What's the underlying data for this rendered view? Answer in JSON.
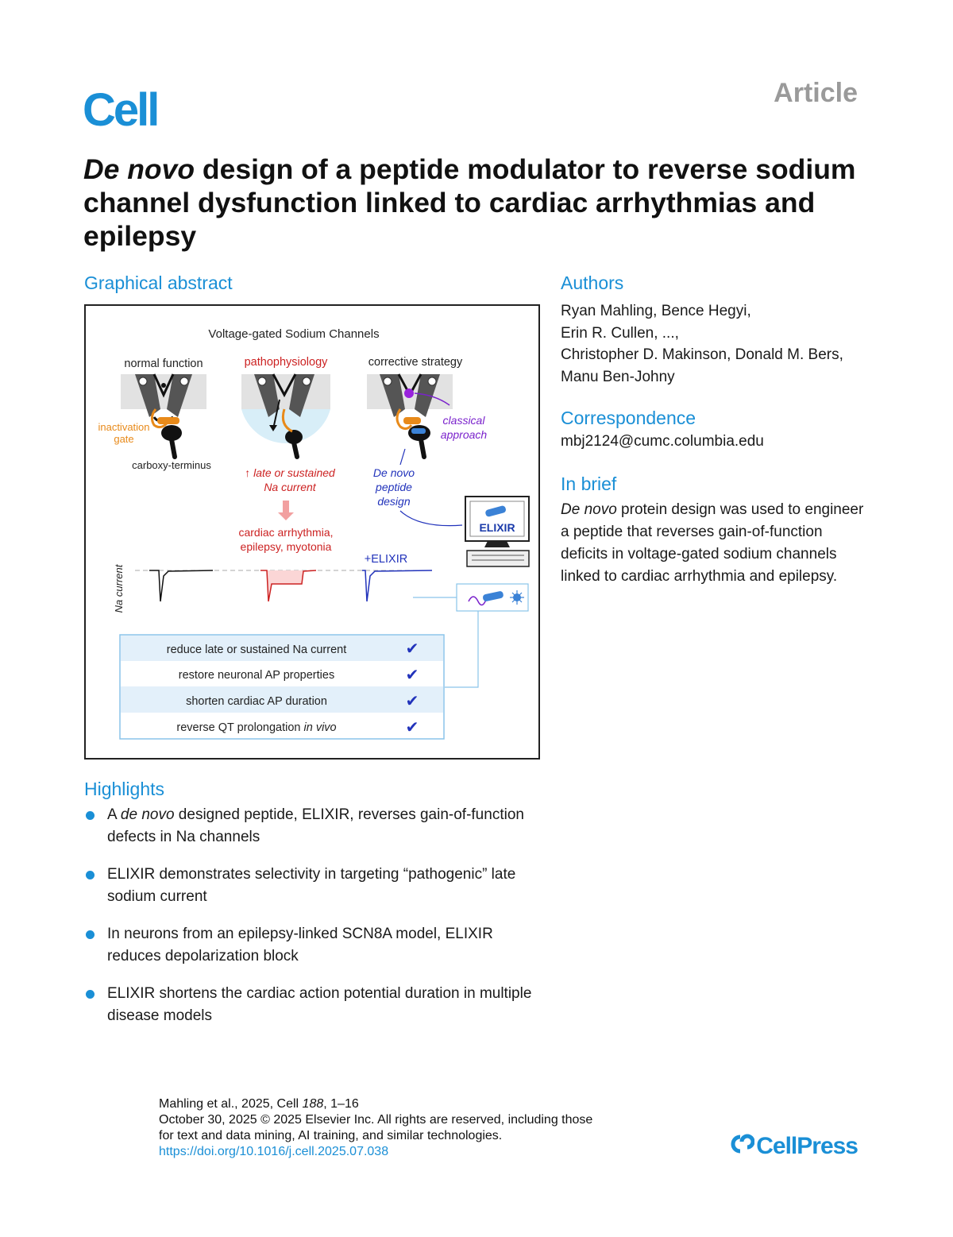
{
  "header": {
    "journal_logo": "Cell",
    "article_type": "Article"
  },
  "title": {
    "part_italic": "De novo",
    "part_rest": " design of a peptide modulator to reverse sodium channel dysfunction linked to cardiac arrhythmias and epilepsy"
  },
  "graphical_abstract": {
    "heading": "Graphical abstract",
    "top_label": "Voltage-gated Sodium Channels",
    "panel_normal": "normal function",
    "panel_patho": "pathophysiology",
    "panel_corrective": "corrective strategy",
    "inactivation_gate_1": "inactivation",
    "inactivation_gate_2": "gate",
    "carboxy_terminus": "carboxy-terminus",
    "late_current_1": "late or sustained",
    "late_current_2": "Na current",
    "disease_1": "cardiac arrhythmia,",
    "disease_2": "epilepsy, myotonia",
    "classical_1": "classical",
    "classical_2": "approach",
    "denovo_1": "De novo",
    "denovo_2": "peptide",
    "denovo_3": "design",
    "elixir_screen": "ELIXIR",
    "plus_elixir": "+ELIXIR",
    "na_current_axis": "Na current",
    "table_rows": [
      "reduce late or sustained Na current",
      "restore neuronal AP properties",
      "shorten cardiac AP duration",
      "reverse QT prolongation"
    ],
    "table_row4_italic": "in vivo",
    "check": "✔"
  },
  "authors": {
    "heading": "Authors",
    "line1": "Ryan Mahling, Bence Hegyi,",
    "line2": "Erin R. Cullen, ...,",
    "line3": "Christopher D. Makinson, Donald M. Bers,",
    "line4": "Manu Ben-Johny"
  },
  "correspondence": {
    "heading": "Correspondence",
    "email": "mbj2124@cumc.columbia.edu"
  },
  "in_brief": {
    "heading": "In brief",
    "italic": "De novo",
    "text": " protein design was used to engineer a peptide that reverses gain-of-function deficits in voltage-gated sodium channels linked to cardiac arrhythmia and epilepsy."
  },
  "highlights": {
    "heading": "Highlights",
    "item1_pre": "A ",
    "item1_italic": "de novo",
    "item1_post": " designed peptide, ELIXIR, reverses gain-of-function defects in Na channels",
    "item2": "ELIXIR demonstrates selectivity in targeting “pathogenic” late sodium current",
    "item3": "In neurons from an epilepsy-linked SCN8A model, ELIXIR reduces depolarization block",
    "item4": "ELIXIR shortens the cardiac action potential duration in multiple disease models"
  },
  "footer": {
    "citation_pre": "Mahling et al., 2025, Cell ",
    "citation_vol": "188",
    "citation_post": ", 1–16",
    "line2": "October 30, 2025 © 2025 Elsevier Inc. All rights are reserved, including those",
    "line3": "for text and data mining, AI training, and similar technologies.",
    "doi": "https://doi.org/10.1016/j.cell.2025.07.038",
    "publisher": "CellPress"
  },
  "colors": {
    "accent": "#1a8fd6",
    "orange": "#e88a1a",
    "red": "#cc2222",
    "purple": "#7a22cc",
    "blue": "#2233bb"
  }
}
